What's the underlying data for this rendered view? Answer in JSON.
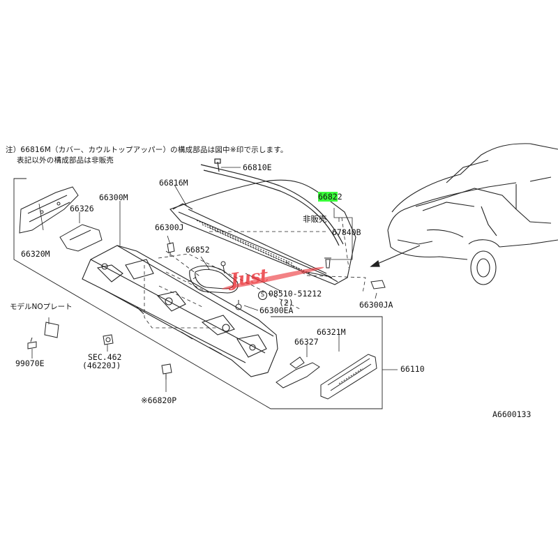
{
  "notes": {
    "line1": "注）66816M（カバー、カウルトップアッパー）の構成部品は図中※印で示します。",
    "line2": "表記以外の構成部品は非販売"
  },
  "labels": {
    "p66810E": "66810E",
    "p66816M": "66816M",
    "p66300M": "66300M",
    "p66326": "66326",
    "p66320M": "66320M",
    "p66300J": "66300J",
    "p66852": "66852",
    "p66822_hl": "6682",
    "p66822_rest": "2",
    "non_sale": "非販売",
    "p67840B": "67840B",
    "p08510": "08510-51212",
    "p08510_qty": "(2)",
    "p66300EA": "66300EA",
    "p66300JA": "66300JA",
    "model_plate": "モデルNOプレート",
    "p99070E": "99070E",
    "sec": "SEC.462",
    "sec_sub": "(46220J)",
    "p66321M": "66321M",
    "p66327": "66327",
    "p66110": "66110",
    "p66820P": "66820P",
    "diagram_id": "A6600133"
  },
  "markers": {
    "reference_mark": "※",
    "circled_s": "S"
  },
  "watermark": {
    "text": "Just"
  },
  "colors": {
    "highlight": "#39ff3a",
    "watermark": "#e9282f",
    "line": "#222222"
  }
}
